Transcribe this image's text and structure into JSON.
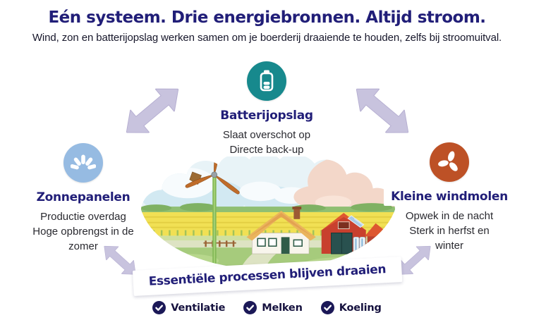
{
  "header": {
    "title": "Eén systeem. Drie energiebronnen. Altijd stroom.",
    "subtitle": "Wind, zon en batterijopslag werken samen om je boerderij draaiende te houden, zelfs bij stroomuitval."
  },
  "nodes": {
    "battery": {
      "icon": "battery-icon",
      "color": "#17898d",
      "label": "Batterijopslag",
      "desc": [
        "Slaat overschot op",
        "Directe back-up"
      ]
    },
    "solar": {
      "icon": "sunrise-icon",
      "color": "#96bbe2",
      "label": "Zonnepanelen",
      "desc": [
        "Productie overdag",
        "Hoge opbrengst in de zomer"
      ]
    },
    "wind": {
      "icon": "wind-turbine-icon",
      "color": "#bd5126",
      "label": "Kleine windmolen",
      "desc": [
        "Opwek in de nacht",
        "Sterk in herfst en winter"
      ]
    }
  },
  "banner": {
    "label": "Essentiële processen blijven draaien"
  },
  "checklist": [
    {
      "icon": "check-icon",
      "label": "Ventilatie"
    },
    {
      "icon": "check-icon",
      "label": "Melken"
    },
    {
      "icon": "check-icon",
      "label": "Koeling"
    }
  ],
  "colors": {
    "navy_text": "#211e78",
    "body_text": "#2a2a30",
    "battery_teal": "#17898d",
    "solar_blue": "#96bbe2",
    "wind_orange": "#bd5126",
    "arrow_lavender": "#c8c3de",
    "check_navy": "#1b1857"
  }
}
